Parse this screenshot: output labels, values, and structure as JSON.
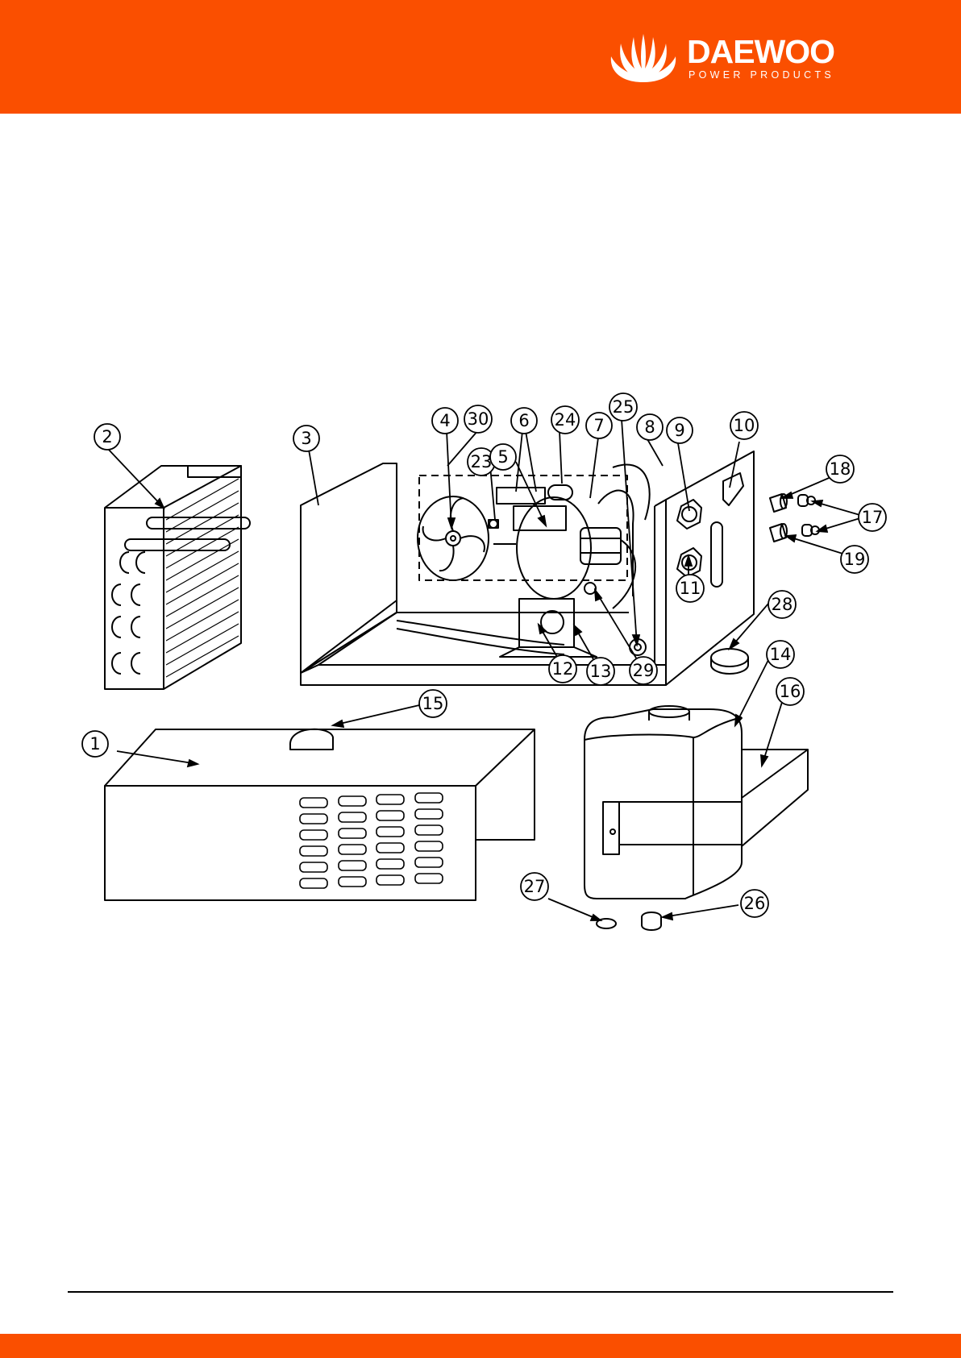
{
  "brand": {
    "name": "DAEWOO",
    "tagline": "POWER PRODUCTS",
    "color": "#FA4F00"
  },
  "diagram": {
    "callouts": [
      {
        "id": "callout-1",
        "label": "1"
      },
      {
        "id": "callout-2",
        "label": "2"
      },
      {
        "id": "callout-3",
        "label": "3"
      },
      {
        "id": "callout-4",
        "label": "4"
      },
      {
        "id": "callout-5",
        "label": "5"
      },
      {
        "id": "callout-6",
        "label": "6"
      },
      {
        "id": "callout-7",
        "label": "7"
      },
      {
        "id": "callout-8",
        "label": "8"
      },
      {
        "id": "callout-9",
        "label": "9"
      },
      {
        "id": "callout-10",
        "label": "10"
      },
      {
        "id": "callout-11",
        "label": "11"
      },
      {
        "id": "callout-12",
        "label": "12"
      },
      {
        "id": "callout-13",
        "label": "13"
      },
      {
        "id": "callout-14",
        "label": "14"
      },
      {
        "id": "callout-15",
        "label": "15"
      },
      {
        "id": "callout-16",
        "label": "16"
      },
      {
        "id": "callout-17",
        "label": "17"
      },
      {
        "id": "callout-18",
        "label": "18"
      },
      {
        "id": "callout-19",
        "label": "19"
      },
      {
        "id": "callout-23",
        "label": "23"
      },
      {
        "id": "callout-24",
        "label": "24"
      },
      {
        "id": "callout-25",
        "label": "25"
      },
      {
        "id": "callout-26",
        "label": "26"
      },
      {
        "id": "callout-27",
        "label": "27"
      },
      {
        "id": "callout-28",
        "label": "28"
      },
      {
        "id": "callout-29",
        "label": "29"
      },
      {
        "id": "callout-30",
        "label": "30"
      }
    ]
  }
}
